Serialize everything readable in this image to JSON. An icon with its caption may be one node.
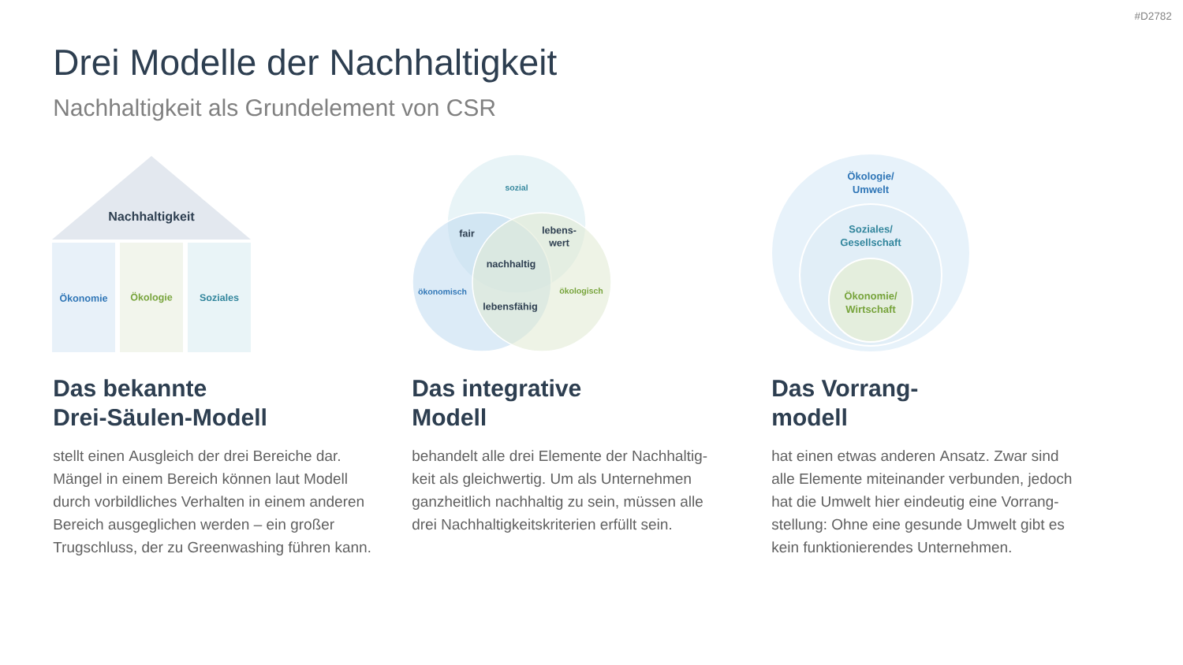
{
  "diagram": {
    "title": "Drei Modelle der Nachhaltigkeit",
    "nodes": [
      {
        "text": [
          "Nachhaltigkeit"
        ]
      },
      {
        "text": [
          "Ökonomie"
        ]
      },
      {
        "text": [
          "Ökologie"
        ]
      },
      {
        "text": [
          "Soziales"
        ]
      },
      {
        "text": [
          "sozial"
        ]
      },
      {
        "text": [
          "ökonomisch"
        ]
      },
      {
        "text": [
          "ökologisch"
        ]
      },
      {
        "text": [
          "Ökologie/ Umwelt"
        ]
      },
      {
        "text": [
          "Soziales/ Gesellschaft"
        ],
        "in": 7
      },
      {
        "text": [
          "Ökonomie/ Wirtschaft"
        ],
        "in": 8
      }
    ],
    "labels": [
      "#D2782",
      "Nachhaltigkeit als Grundelement von CSR",
      "fair",
      "lebens- wert",
      "nachhaltig",
      "lebensfähig",
      "Das bekannte Drei-Säulen-Modell",
      "stellt einen Ausgleich der drei Bereiche dar. Mängel in einem Bereich können laut Modell durch vorbildliches Verhalten in einem anderen Bereich ausgeglichen werden – ein großer Trugschluss, der zu Greenwashing führen kann.",
      "Das integrative Modell",
      "behandelt alle drei Elemente der Nachhaltig- keit als gleichwertig. Um als Unternehmen ganzheitlich nachhaltig zu sein, müssen alle drei Nachhaltigkeitskriterien erfüllt sein.",
      "Das Vorrang- modell",
      "hat einen etwas anderen Ansatz. Zwar sind alle Elemente miteinander verbunden, jedoch hat die Umwelt hier eindeutig eine Vorrang- stellung: Ohne eine gesunde Umwelt gibt es kein funktionierendes Unternehmen."
    ]
  }
}
